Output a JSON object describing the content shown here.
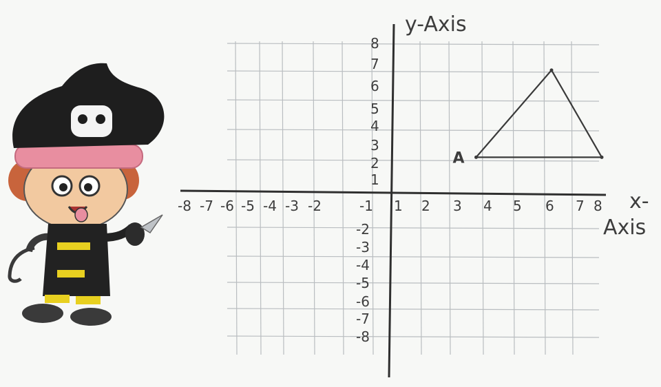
{
  "graph": {
    "y_axis_label": "y-Axis",
    "x_axis_label_line1": "x-",
    "x_axis_label_line2": "Axis",
    "x_tick_labels": [
      "-8",
      "-7",
      "-6",
      "-5",
      "-4",
      "-3",
      "-2",
      "-1",
      "1",
      "2",
      "3",
      "4",
      "5",
      "6",
      "7",
      "8"
    ],
    "y_tick_labels": [
      "8",
      "7",
      "6",
      "5",
      "4",
      "3",
      "2",
      "1",
      "-2",
      "-3",
      "-4",
      "-5",
      "-6",
      "-7",
      "-8"
    ],
    "triangle": {
      "vertices": [
        {
          "label": "A",
          "x": 3,
          "y": 2
        },
        {
          "label": "",
          "x": 6,
          "y": 7
        },
        {
          "label": "",
          "x": 8,
          "y": 2
        }
      ]
    }
  },
  "illustration": {
    "subject": "pirate-character-drawing",
    "colors": {
      "hat": "#1e1e1e",
      "bandana": "#e88ea0",
      "hair": "#c8643c",
      "skin": "#f2c9a0",
      "outfit": "#222222",
      "belt": "#e8d020",
      "knife": "#bfc3c7"
    }
  }
}
